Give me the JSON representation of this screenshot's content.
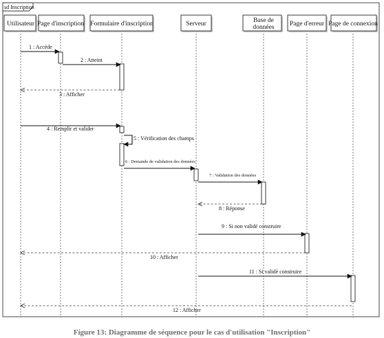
{
  "frame_label": "sd Inscription",
  "lifelines": [
    {
      "id": "utilisateur",
      "label": [
        "Utilisateur"
      ]
    },
    {
      "id": "page-inscription",
      "label": [
        "Page d'inscription"
      ]
    },
    {
      "id": "formulaire-inscription",
      "label": [
        "Formulaire d'inscription"
      ]
    },
    {
      "id": "serveur",
      "label": [
        "Serveur"
      ]
    },
    {
      "id": "base-donnees",
      "label": [
        "Base de",
        "données"
      ]
    },
    {
      "id": "page-erreur",
      "label": [
        "Page d'erreur"
      ]
    },
    {
      "id": "page-connexion",
      "label": [
        "Page de connexion"
      ]
    }
  ],
  "messages": [
    {
      "label": "1 : Accède",
      "from": "utilisateur",
      "to": "page-inscription",
      "kind": "call"
    },
    {
      "label": "2 : Atteint",
      "from": "page-inscription",
      "to": "formulaire-inscription",
      "kind": "call"
    },
    {
      "label": "3 : Afficher",
      "from": "formulaire-inscription",
      "to": "utilisateur",
      "kind": "reply"
    },
    {
      "label": "4 : Remplir et valider",
      "from": "utilisateur",
      "to": "formulaire-inscription",
      "kind": "call"
    },
    {
      "label": "5 : Vérification des champs",
      "from": "formulaire-inscription",
      "to": "formulaire-inscription",
      "kind": "self"
    },
    {
      "label": "6 : Demande de validation des données",
      "from": "formulaire-inscription",
      "to": "serveur",
      "kind": "call"
    },
    {
      "label": "7 : Validation des données",
      "from": "serveur",
      "to": "base-donnees",
      "kind": "call"
    },
    {
      "label": "8 : Réponse",
      "from": "base-donnees",
      "to": "serveur",
      "kind": "reply"
    },
    {
      "label": "9 : Si non validé construire",
      "from": "serveur",
      "to": "page-erreur",
      "kind": "call"
    },
    {
      "label": "10 : Afficher",
      "from": "page-erreur",
      "to": "utilisateur",
      "kind": "reply"
    },
    {
      "label": "11 : Si validé construire",
      "from": "serveur",
      "to": "page-connexion",
      "kind": "call"
    },
    {
      "label": "12 : Afficher",
      "from": "page-connexion",
      "to": "utilisateur",
      "kind": "reply"
    }
  ],
  "caption": "Figure 13: Diagramme de séquence pour le cas d'utilisation \"Inscription\""
}
